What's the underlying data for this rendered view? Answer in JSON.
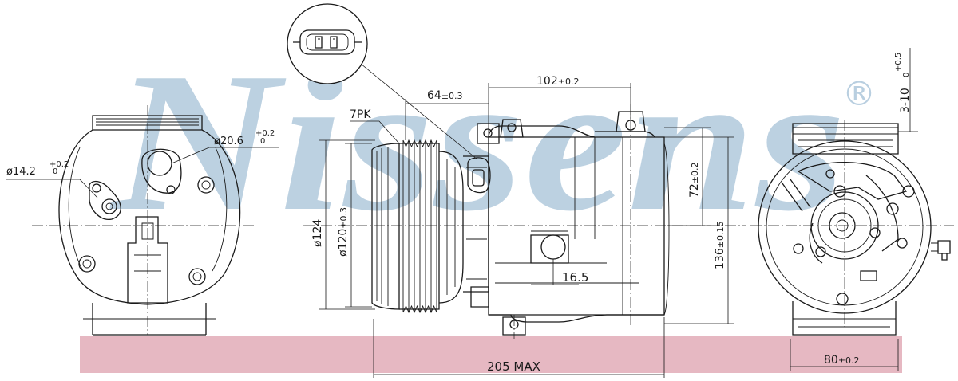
{
  "brand": {
    "watermark": "Nissens",
    "registered_mark": "®",
    "watermark_color": "#b9cfe0",
    "band_color": "#e6b8c2"
  },
  "connector_icon": "two-pin-electrical-connector",
  "dimensions": {
    "belt": "7PK",
    "hole_right": "ø20.6",
    "hole_right_tol": "+0.2",
    "hole_right_tol_low": "0",
    "hole_left": "ø14.2",
    "hole_left_tol": "+0.2",
    "hole_left_tol_low": "0",
    "mount_offset": "64",
    "mount_offset_tol": "±0.3",
    "mount_span": "102",
    "mount_span_tol": "±0.2",
    "pulley_outer": "ø124",
    "pulley_inner": "ø120",
    "pulley_inner_tol": "±0.3",
    "height_72": "72",
    "height_72_tol": "±0.2",
    "height_136": "136",
    "height_136_tol": "±0.15",
    "port_offset": "16.5",
    "length_max": "205 MAX",
    "thread": "3-10",
    "thread_tol": "+0.5",
    "thread_tol_low": "0",
    "depth_80": "80",
    "depth_80_tol": "±0.2"
  }
}
